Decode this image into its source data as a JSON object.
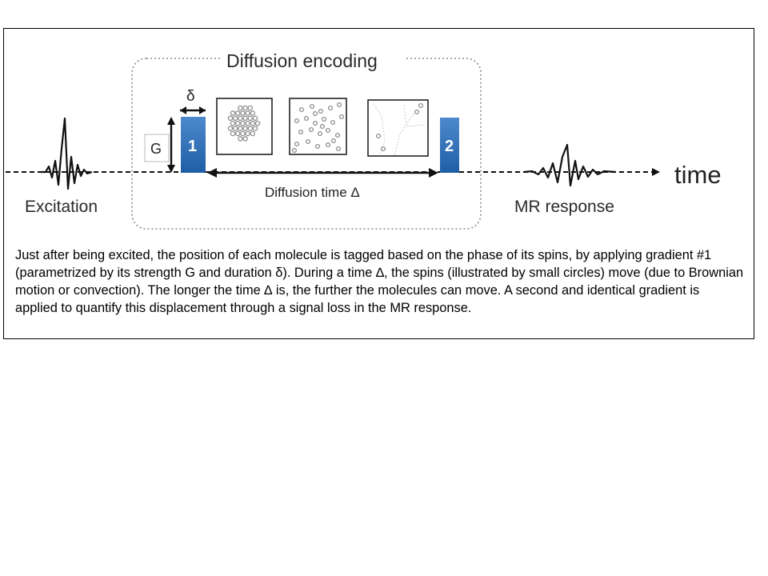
{
  "diagram": {
    "encoding_label": "Diffusion encoding",
    "delta_symbol": "δ",
    "gradient_strength_symbol": "G",
    "gradient_1_label": "1",
    "gradient_2_label": "2",
    "diffusion_time_label": "Diffusion time Δ",
    "excitation_label": "Excitation",
    "response_label": "MR response",
    "time_label": "time",
    "colors": {
      "gradient_fill": "#2e6fb6",
      "gradient_fill_light": "#5a93d2",
      "line": "#111111",
      "dotted_border": "#8a8a8a",
      "molecule": "#8c8c8c"
    }
  },
  "caption": {
    "text": "Just after being excited, the position of each molecule is tagged based on the phase of its spins, by applying gradient #1 (parametrized by its strength G and duration δ). During a time ∆, the spins (illustrated by small circles) move (due to Brownian motion or convection). The longer the time ∆ is, the further the molecules can move. A second and identical gradient is applied to quantify this displacement through a signal loss in the MR response."
  }
}
